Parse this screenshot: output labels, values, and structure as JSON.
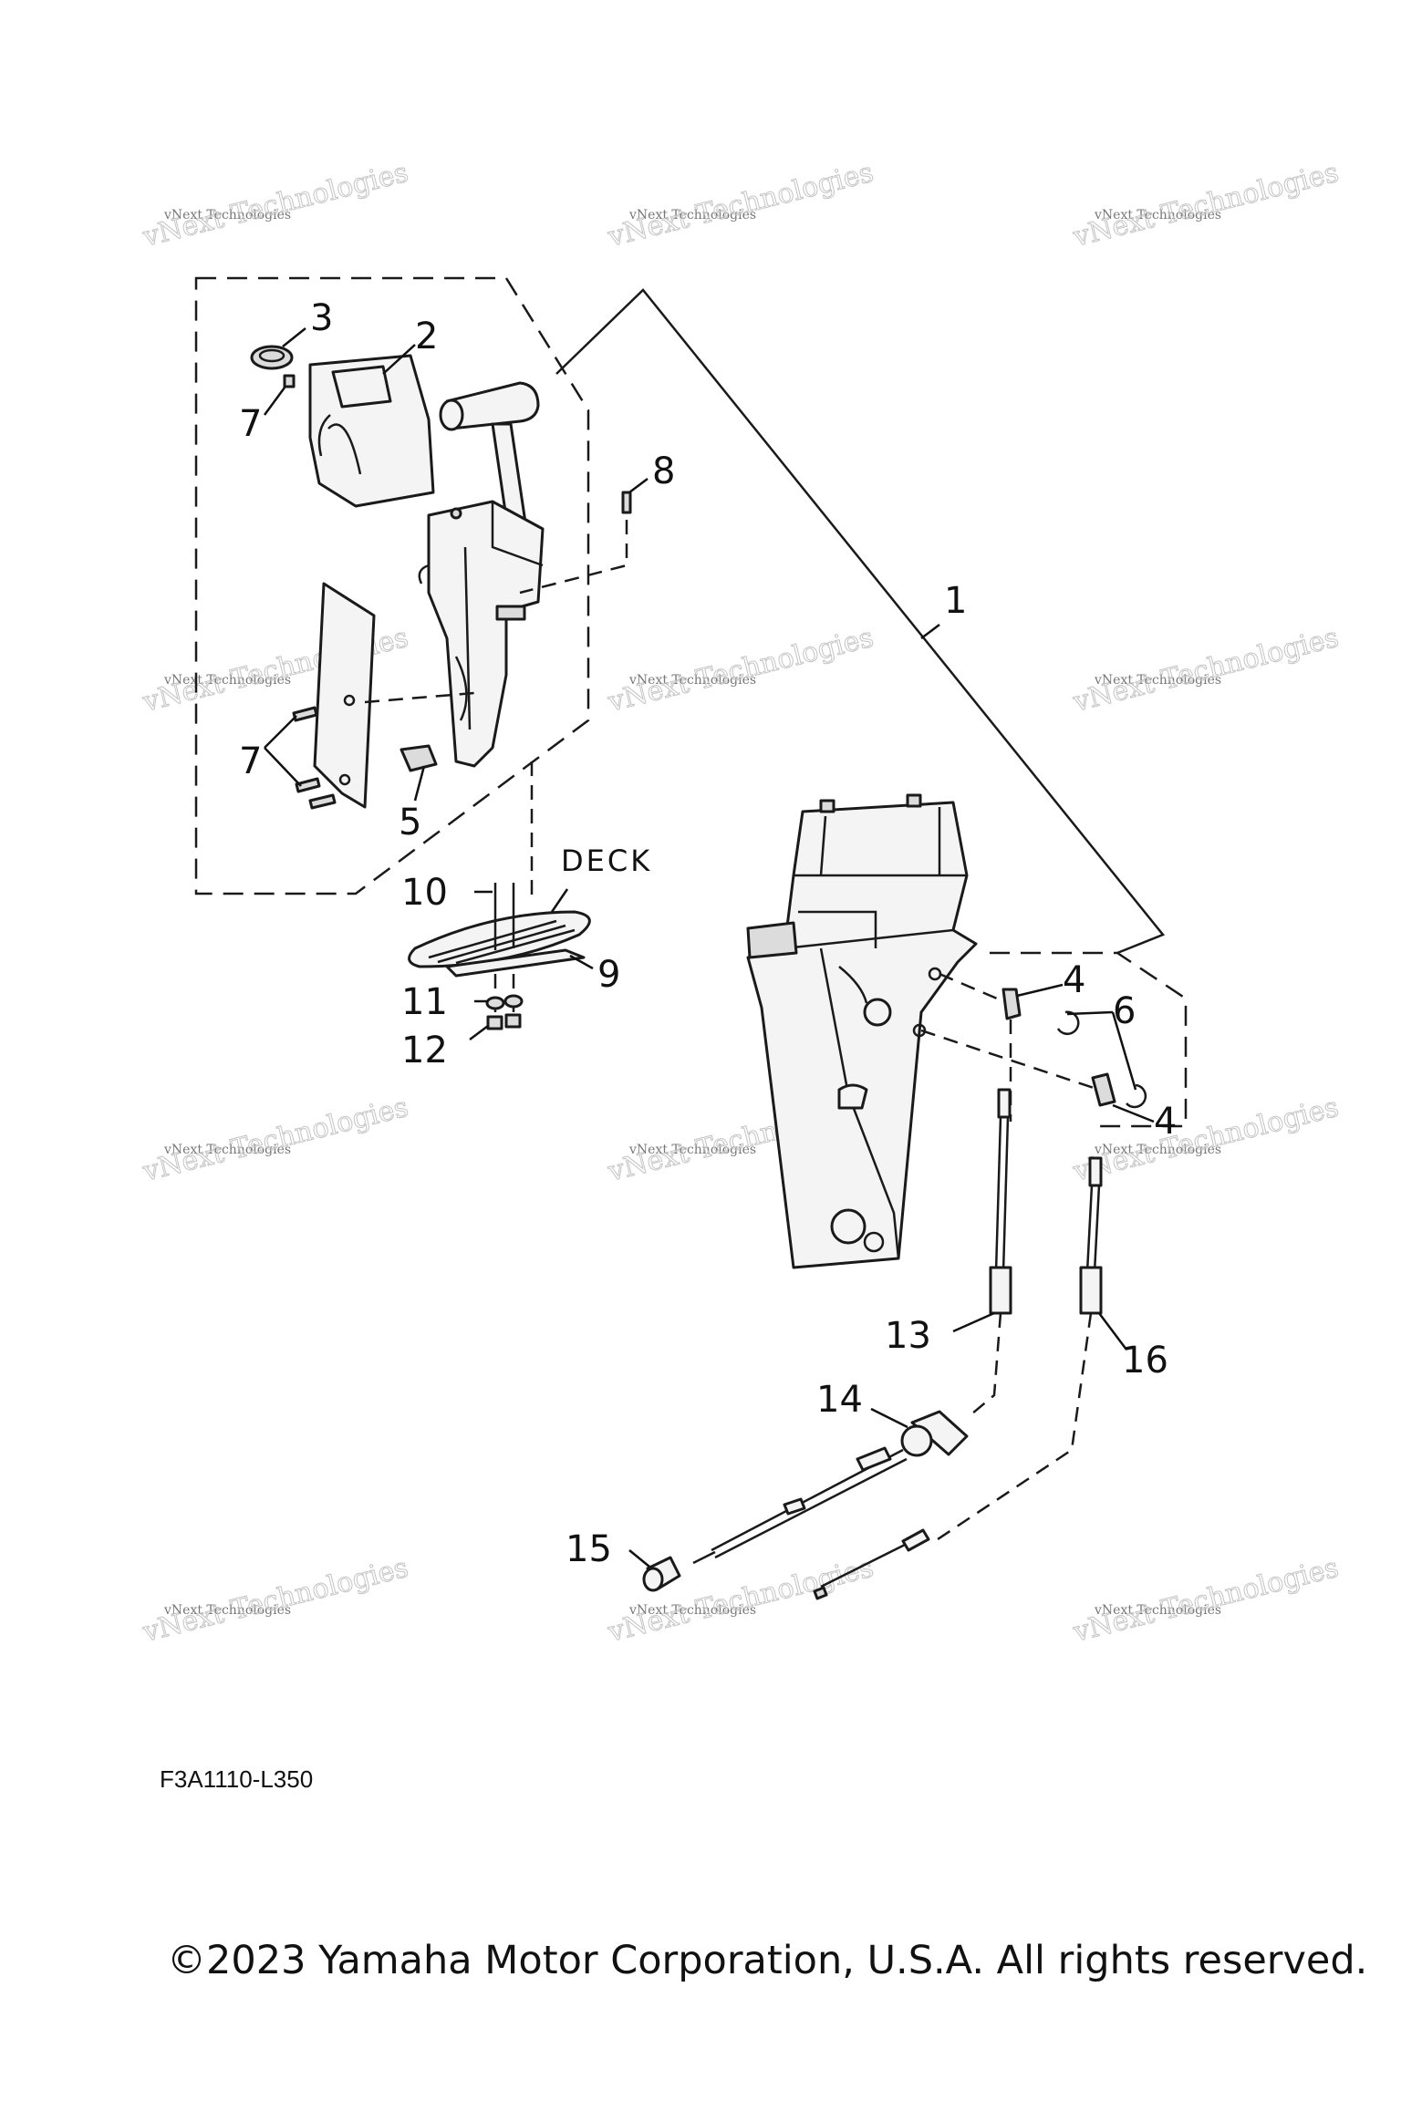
{
  "diagram": {
    "callouts": {
      "c1": "1",
      "c2": "2",
      "c3": "3",
      "c4a": "4",
      "c4b": "4",
      "c5": "5",
      "c6": "6",
      "c7a": "7",
      "c7b": "7",
      "c8": "8",
      "c9": "9",
      "c10": "10",
      "c11": "11",
      "c12": "12",
      "c13": "13",
      "c14": "14",
      "c15": "15",
      "c16": "16"
    },
    "deck_label": "DECK",
    "figure_code": "F3A1110-L350",
    "copyright": "©2023 Yamaha Motor Corporation, U.S.A. All rights reserved."
  },
  "watermark": {
    "line1": "vNext Technologies",
    "line2": "vNext Technologies"
  }
}
